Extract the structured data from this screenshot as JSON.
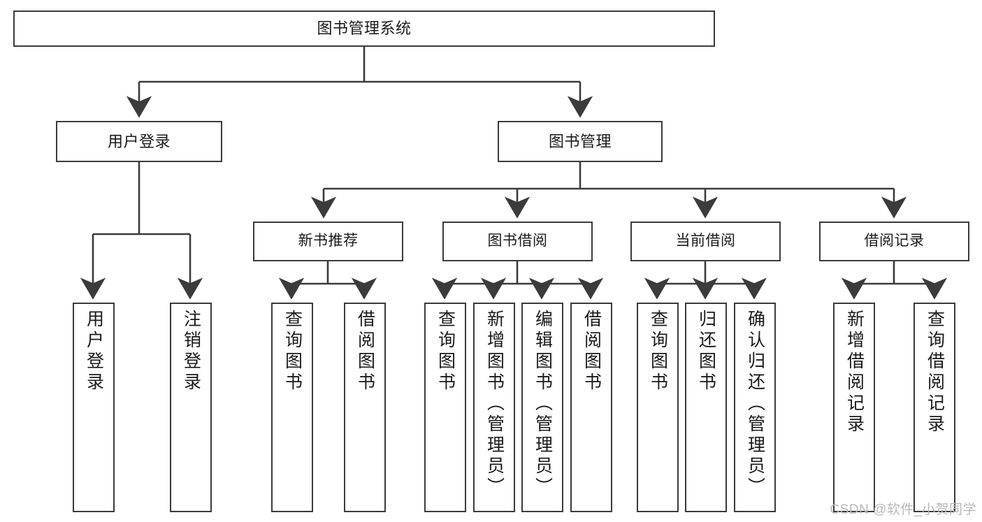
{
  "diagram": {
    "type": "tree-hierarchy",
    "title": "图书管理系统",
    "watermark": "CSDN @软件_小贺同学",
    "colors": {
      "box_border": "#3b3b3b",
      "box_fill": "#ffffff",
      "connector": "#3b3b3b",
      "text": "#1a1a1a",
      "watermark": "#b8b8b8",
      "background": "#ffffff"
    },
    "nodes": {
      "root": {
        "label": "图书管理系统"
      },
      "level2": [
        {
          "id": "user-login",
          "label": "用户登录"
        },
        {
          "id": "book-management",
          "label": "图书管理"
        }
      ],
      "level3": [
        {
          "id": "new-book-recommend",
          "label": "新书推荐"
        },
        {
          "id": "book-borrow",
          "label": "图书借阅"
        },
        {
          "id": "current-borrow",
          "label": "当前借阅"
        },
        {
          "id": "borrow-record",
          "label": "借阅记录"
        }
      ],
      "leaves": {
        "user_login": [
          {
            "id": "leaf-user-login",
            "label": "用户登录"
          },
          {
            "id": "leaf-user-logout",
            "label": "注销登录"
          }
        ],
        "new_book_recommend": [
          {
            "id": "leaf-query-book-1",
            "label": "查询图书"
          },
          {
            "id": "leaf-borrow-book-1",
            "label": "借阅图书"
          }
        ],
        "book_borrow": [
          {
            "id": "leaf-query-book-2",
            "label": "查询图书"
          },
          {
            "id": "leaf-add-book",
            "label": "新增图书（管理员）"
          },
          {
            "id": "leaf-edit-book",
            "label": "编辑图书（管理员）"
          },
          {
            "id": "leaf-borrow-book-2",
            "label": "借阅图书"
          }
        ],
        "current_borrow": [
          {
            "id": "leaf-query-book-3",
            "label": "查询图书"
          },
          {
            "id": "leaf-return-book",
            "label": "归还图书"
          },
          {
            "id": "leaf-confirm-return",
            "label": "确认归还（管理员）"
          }
        ],
        "borrow_record": [
          {
            "id": "leaf-add-record",
            "label": "新增借阅记录"
          },
          {
            "id": "leaf-query-record",
            "label": "查询借阅记录"
          }
        ]
      }
    }
  }
}
